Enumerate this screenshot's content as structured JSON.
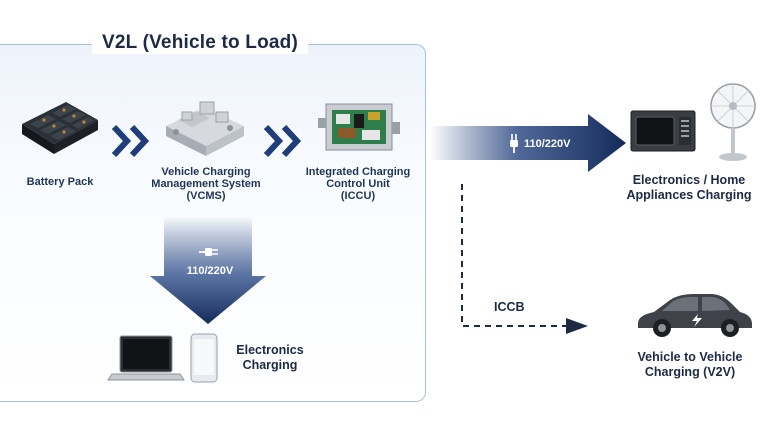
{
  "panel": {
    "title": "V2L (Vehicle to Load)"
  },
  "battery": {
    "label": "Battery Pack"
  },
  "vcms": {
    "label_lines": [
      "Vehicle Charging",
      "Management System",
      "(VCMS)"
    ]
  },
  "iccu": {
    "label_lines": [
      "Integrated Charging",
      "Control Unit",
      "(ICCU)"
    ]
  },
  "down_arrow": {
    "voltage": "110/220V"
  },
  "right_arrow": {
    "voltage": "110/220V"
  },
  "electronics": {
    "label_lines": [
      "Electronics",
      "Charging"
    ]
  },
  "appliances": {
    "label_lines": [
      "Electronics / Home",
      "Appliances Charging"
    ]
  },
  "iccb": {
    "label": "ICCB"
  },
  "v2v": {
    "label_lines": [
      "Vehicle to Vehicle",
      "Charging (V2V)"
    ]
  },
  "colors": {
    "navy": "#1c2a44",
    "arrow_blue": "#1f3d78",
    "panel_border": "#a9c0dc"
  }
}
